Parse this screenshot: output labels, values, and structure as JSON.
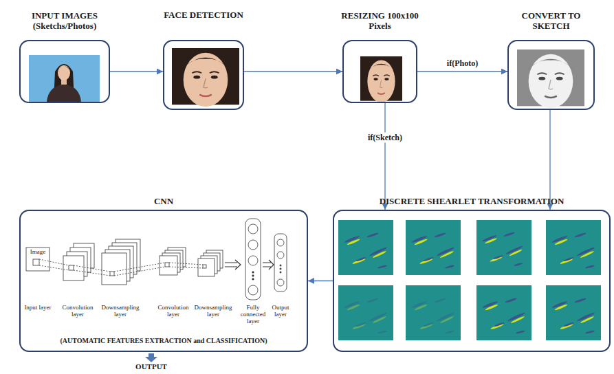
{
  "diagram": {
    "nodes": [
      {
        "text": [
          "INPUT IMAGES (Sketchs/Photos)"
        ]
      },
      {
        "text": [
          "FACE DETECTION"
        ]
      },
      {
        "text": [
          "RESIZING 100x100 Pixels"
        ]
      },
      {
        "text": [
          "CONVERT TO SKETCH"
        ]
      },
      {
        "text": [
          "CNN",
          "(AUTOMATIC FEATURES EXTRACTION and CLASSIFICATION)"
        ]
      },
      {
        "text": [
          "DISCRETE SHEARLET TRANSFORMATION"
        ]
      }
    ],
    "edges": [
      {
        "from": 0,
        "to": 1,
        "arrow": "to"
      },
      {
        "from": 1,
        "to": 2,
        "arrow": "to"
      },
      {
        "from": 2,
        "to": 3,
        "arrow": "to",
        "label": "if(Photo)"
      },
      {
        "from": 2,
        "to": 5,
        "arrow": "to",
        "label": "if(Sketch)"
      },
      {
        "from": 3,
        "to": 5,
        "arrow": "to"
      },
      {
        "from": 5,
        "to": 4,
        "arrow": "to"
      }
    ],
    "labels": [
      "Image",
      "Input layer",
      "Convolution layer",
      "Downsampling layer",
      "Convolution layer",
      "Downsampling layer",
      "Fully connected layer",
      "Output layer",
      "OUTPUT"
    ]
  }
}
